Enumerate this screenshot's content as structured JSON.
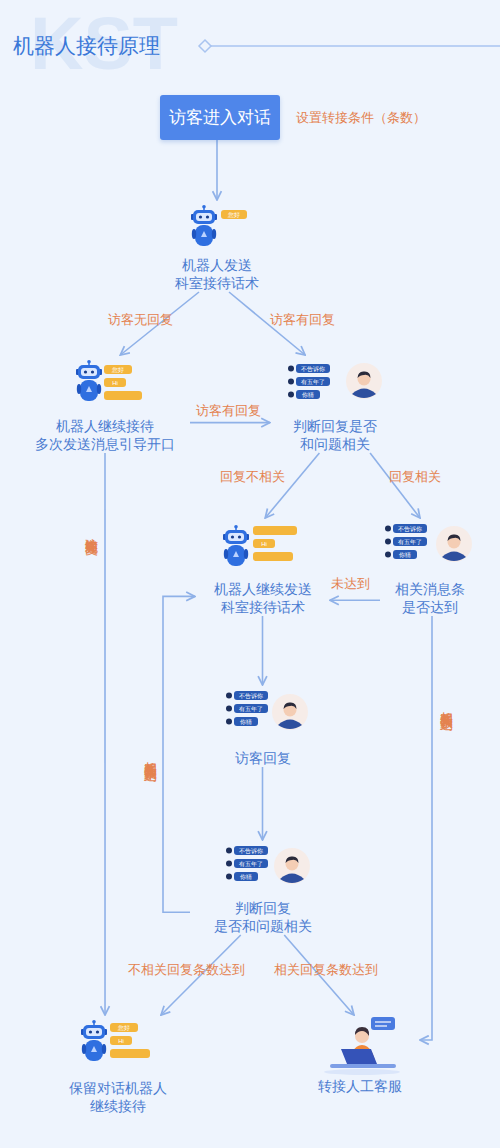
{
  "diagram": {
    "title": "机器人接待原理",
    "nodes": [
      {
        "text": [
          "访客进入对话"
        ]
      },
      {
        "text": [
          "机器人发送 科室接待话术"
        ]
      },
      {
        "text": [
          "机器人继续接待 多次发送消息引导开口"
        ]
      },
      {
        "text": [
          "判断回复是否 和问题相关"
        ]
      },
      {
        "text": [
          "机器人继续发送 科室接待话术"
        ]
      },
      {
        "text": [
          "相关消息条 是否达到"
        ]
      },
      {
        "text": [
          "访客回复"
        ]
      },
      {
        "text": [
          "判断回复 是否和问题相关"
        ]
      },
      {
        "text": [
          "保留对话机器人 继续接待"
        ]
      },
      {
        "text": [
          "转接人工客服"
        ]
      }
    ],
    "edges": [
      {
        "from": 0,
        "to": 1,
        "arrow": "to"
      },
      {
        "from": 1,
        "to": 2,
        "label": "访客无回复",
        "arrow": "to"
      },
      {
        "from": 1,
        "to": 3,
        "label": "访客有回复",
        "arrow": "to"
      },
      {
        "from": 2,
        "to": 3,
        "label": "访客有回复",
        "arrow": "to"
      },
      {
        "from": 2,
        "to": 8,
        "label": "访客始终无回复",
        "arrow": "to"
      },
      {
        "from": 3,
        "to": 4,
        "label": "回复不相关",
        "arrow": "to"
      },
      {
        "from": 3,
        "to": 5,
        "label": "回复相关",
        "arrow": "to"
      },
      {
        "from": 5,
        "to": 4,
        "label": "未达到",
        "arrow": "to"
      },
      {
        "from": 5,
        "to": 9,
        "label": "相关回复条数达到",
        "arrow": "to"
      },
      {
        "from": 4,
        "to": 6,
        "arrow": "to"
      },
      {
        "from": 6,
        "to": 7,
        "arrow": "to"
      },
      {
        "from": 7,
        "to": 4,
        "label": "相关回复条数未达到",
        "arrow": "to"
      },
      {
        "from": 7,
        "to": 8,
        "label": "不相关回复条数达到",
        "arrow": "to"
      },
      {
        "from": 7,
        "to": 9,
        "label": "相关回复条数达到",
        "arrow": "to"
      }
    ],
    "labels": [
      "KST",
      "设置转接条件（条数）",
      "您好",
      "您好",
      "Hi",
      "不告诉你",
      "有五年了",
      "你猜",
      "Hi",
      "不告诉你",
      "有五年了",
      "你猜",
      "不告诉你",
      "有五年了",
      "你猜",
      "不告诉你",
      "有五年了",
      "你猜",
      "您好",
      "Hi"
    ]
  }
}
